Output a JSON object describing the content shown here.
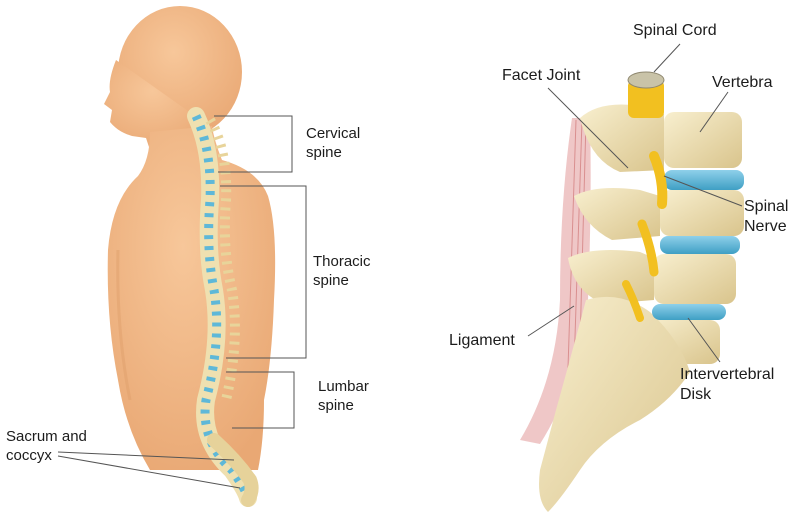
{
  "left_panel": {
    "labels": {
      "cervical": [
        "Cervical",
        "spine"
      ],
      "thoracic": [
        "Thoracic",
        "spine"
      ],
      "lumbar": [
        "Lumbar",
        "spine"
      ],
      "sacrum": [
        "Sacrum and",
        "coccyx"
      ]
    }
  },
  "right_panel": {
    "labels": {
      "spinal_cord": "Spinal Cord",
      "facet_joint": "Facet Joint",
      "vertebra": "Vertebra",
      "spinal_nerve": [
        "Spinal",
        "Nerve"
      ],
      "ligament": "Ligament",
      "intervertebral_disk": [
        "Intervertebral",
        "Disk"
      ]
    }
  },
  "colors": {
    "skin": "#f2b987",
    "bone": "#efe2b6",
    "disk": "#5eb8d8",
    "nerve": "#f2c020",
    "ligament": "#e69a9a"
  }
}
